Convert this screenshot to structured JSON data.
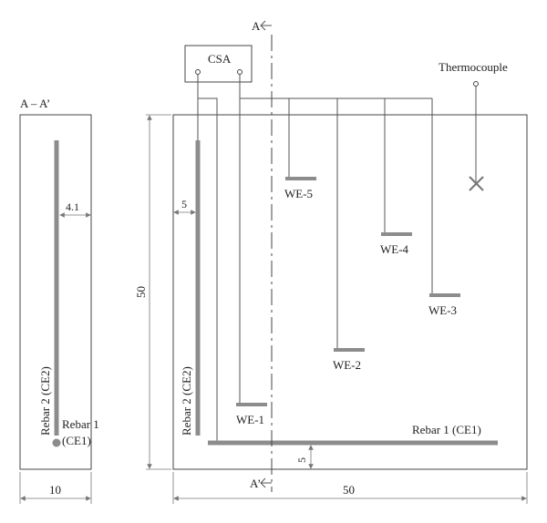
{
  "section": {
    "title": "A – A’",
    "rebar2_label": "Rebar 2 (CE2)",
    "rebar1_label_line1": "Rebar 1",
    "rebar1_label_line2": "(CE1)",
    "cover_dim": "4.1",
    "width_dim": "10"
  },
  "plan": {
    "csa_label": "CSA",
    "thermocouple_label": "Thermocouple",
    "section_mark_top": "A",
    "section_mark_bottom": "A’",
    "rebar2_label": "Rebar 2 (CE2)",
    "rebar1_label": "Rebar 1 (CE1)",
    "cover_left_dim": "5",
    "cover_bottom_dim": "5",
    "height_dim": "50",
    "width_dim": "50",
    "electrodes": [
      "WE-1",
      "WE-2",
      "WE-3",
      "WE-4",
      "WE-5"
    ]
  }
}
